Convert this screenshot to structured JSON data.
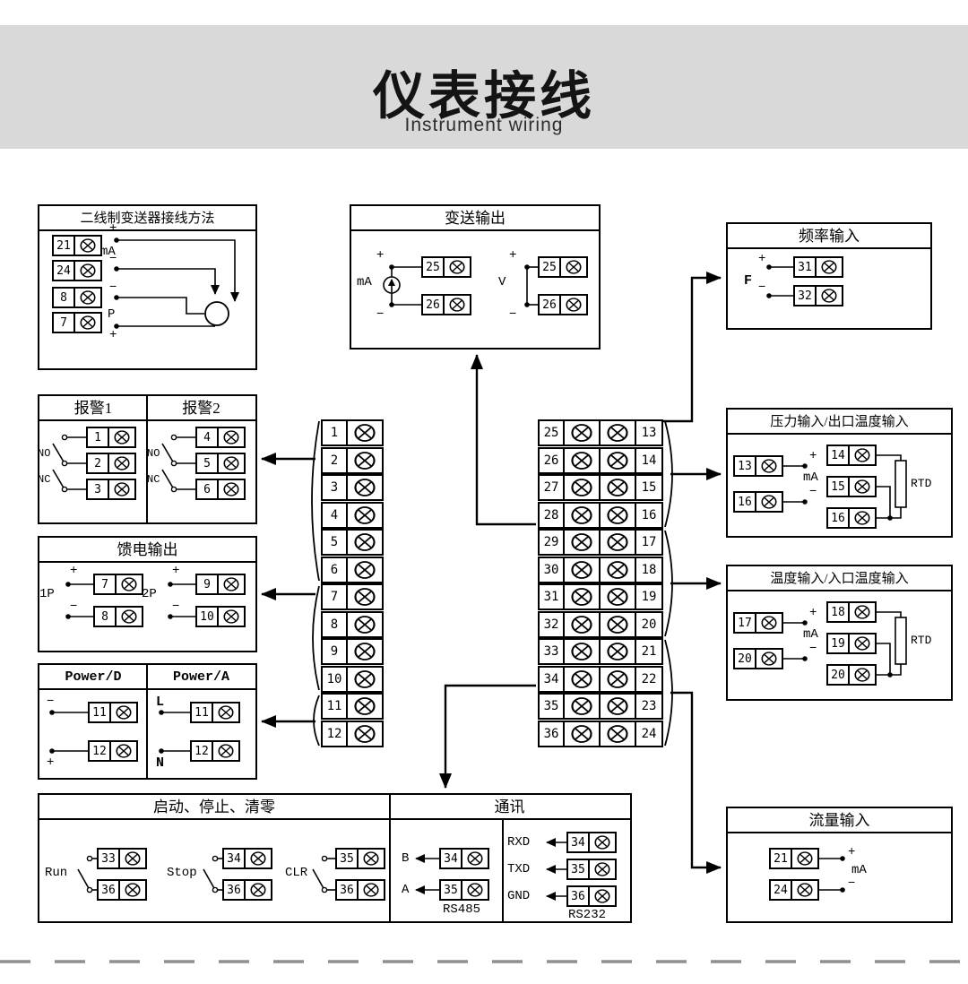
{
  "header": {
    "title": "仪表接线",
    "subtitle": "Instrument wiring"
  },
  "sym": {
    "plus": "+",
    "minus": "−",
    "ma": "mA",
    "rtd": "RTD",
    "no": "NO",
    "nc": "NC"
  },
  "two_wire": {
    "title": "二线制变送器接线方法",
    "t21": "21",
    "t24": "24",
    "t8": "8",
    "t7": "7",
    "p": "P"
  },
  "transmit": {
    "title": "变送输出",
    "v": "V",
    "t25": "25",
    "t26": "26"
  },
  "freq": {
    "title": "频率输入",
    "f": "F",
    "t31": "31",
    "t32": "32"
  },
  "alarm": {
    "title1": "报警1",
    "title2": "报警2",
    "t1": "1",
    "t2": "2",
    "t3": "3",
    "t4": "4",
    "t5": "5",
    "t6": "6"
  },
  "feed": {
    "title": "馈电输出",
    "g1": "1P",
    "g2": "2P",
    "t7": "7",
    "t8": "8",
    "t9": "9",
    "t10": "10"
  },
  "power": {
    "title1": "Power/D",
    "title2": "Power/A",
    "l": "L",
    "n": "N",
    "t11": "11",
    "t12": "12"
  },
  "pressure": {
    "title": "压力输入/出口温度输入",
    "t13": "13",
    "t16": "16",
    "t14": "14",
    "t15": "15",
    "t16b": "16"
  },
  "temp": {
    "title": "温度输入/入口温度输入",
    "t17": "17",
    "t20": "20",
    "t18": "18",
    "t19": "19",
    "t20b": "20"
  },
  "flow": {
    "title": "流量输入",
    "t21": "21",
    "t24": "24"
  },
  "control": {
    "title": "启动、停止、清零",
    "run": "Run",
    "stop": "Stop",
    "clr": "CLR",
    "t33": "33",
    "t34": "34",
    "t35": "35",
    "t36": "36"
  },
  "comm": {
    "title": "通讯",
    "b": "B",
    "a": "A",
    "rxd": "RXD",
    "txd": "TXD",
    "gnd": "GND",
    "rs485": "RS485",
    "rs232": "RS232",
    "t34": "34",
    "t35": "35",
    "t36": "36"
  },
  "terminal_block": {
    "left": [
      "1",
      "2",
      "3",
      "4",
      "5",
      "6",
      "7",
      "8",
      "9",
      "10",
      "11",
      "12"
    ],
    "mid": [
      "25",
      "26",
      "27",
      "28",
      "29",
      "30",
      "31",
      "32",
      "33",
      "34",
      "35",
      "36"
    ],
    "right": [
      "13",
      "14",
      "15",
      "16",
      "17",
      "18",
      "19",
      "20",
      "21",
      "22",
      "23",
      "24"
    ]
  }
}
